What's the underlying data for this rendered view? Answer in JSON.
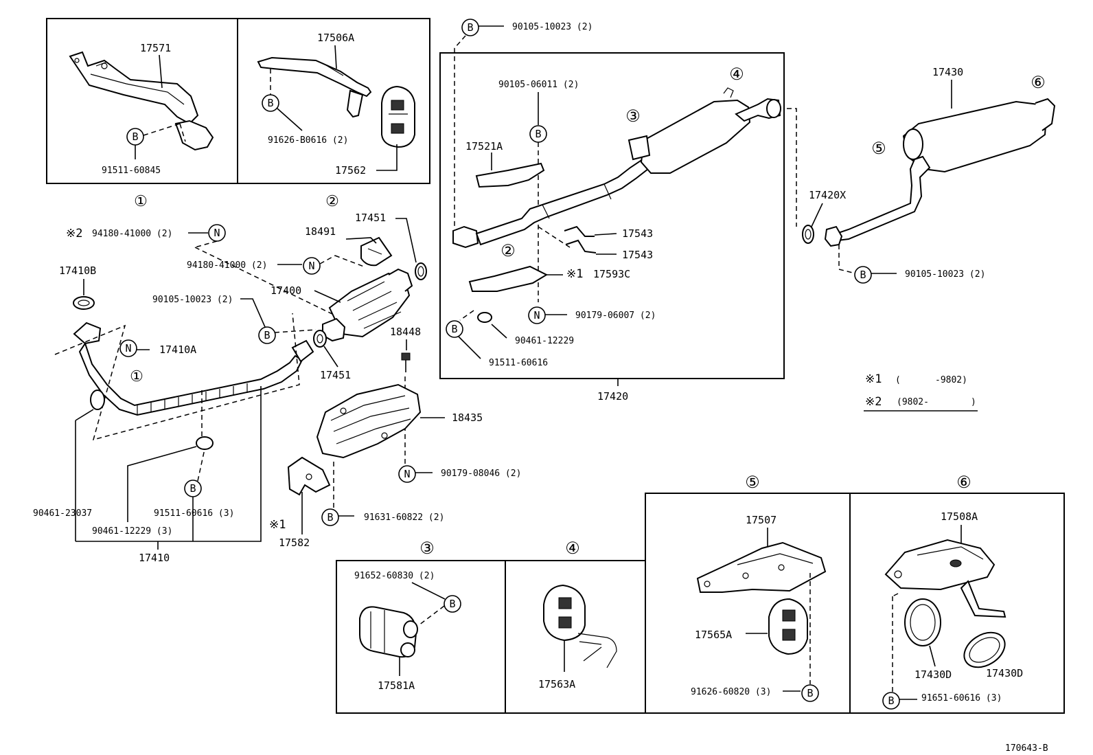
{
  "diagram_ref": "170643-B",
  "markers": {
    "bolt": "B",
    "nut": "N"
  },
  "callouts": [
    "①",
    "②",
    "③",
    "④",
    "⑤",
    "⑥"
  ],
  "notes": {
    "note1": {
      "mark": "※1",
      "open": "(",
      "range": "-9802)"
    },
    "note2": {
      "mark": "※2",
      "range": "(9802-",
      "close": ")"
    }
  },
  "parts": {
    "p17571": "17571",
    "p91511_60845": "91511-60845",
    "p17506A": "17506A",
    "p91626_B0616": "91626-B0616 (2)",
    "p17562": "17562",
    "p94180_41000_a": "94180-41000 (2)",
    "p94180_41000_b": "94180-41000 (2)",
    "p18491": "18491",
    "p17451_a": "17451",
    "p17451_b": "17451",
    "p17410B": "17410B",
    "p90105_10023_a": "90105-10023 (2)",
    "p17400": "17400",
    "p17410A": "17410A",
    "p18448": "18448",
    "p18435": "18435",
    "p90179_08046": "90179-08046 (2)",
    "p90461_23037": "90461-23037",
    "p91511_60616_a": "91511-60616 (3)",
    "p90461_12229_a": "90461-12229 (3)",
    "p17410": "17410",
    "p17582": "17582",
    "p91631_60822": "91631-60822 (2)",
    "p90105_10023_b": "90105-10023 (2)",
    "p90105_06011": "90105-06011 (2)",
    "p17521A": "17521A",
    "p17543_a": "17543",
    "p17543_b": "17543",
    "p17593C": "17593C",
    "p90179_06007": "90179-06007 (2)",
    "p90461_12229_b": "90461-12229",
    "p91511_60616_b": "91511-60616",
    "p17420": "17420",
    "p17430": "17430",
    "p17420X": "17420X",
    "p90105_10023_c": "90105-10023 (2)",
    "p91652_60830": "91652-60830 (2)",
    "p17581A": "17581A",
    "p17563A": "17563A",
    "p17507": "17507",
    "p17565A": "17565A",
    "p91626_60820": "91626-60820 (3)",
    "p17508A": "17508A",
    "p17430D_a": "17430D",
    "p17430D_b": "17430D",
    "p91651_60616": "91651-60616 (3)"
  }
}
